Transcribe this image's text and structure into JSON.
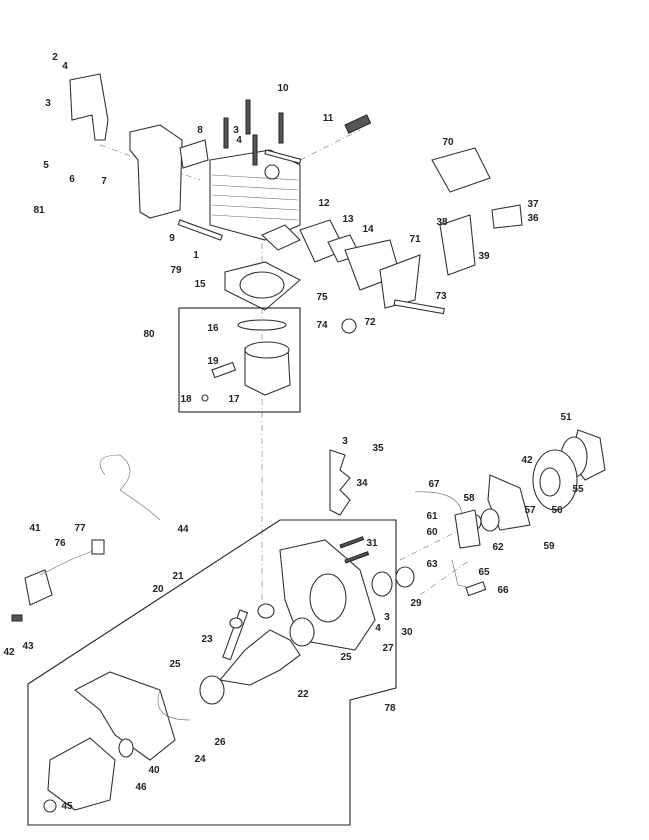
{
  "diagram": {
    "type": "exploded-parts-view",
    "callouts": [
      "2",
      "4",
      "3",
      "5",
      "6",
      "7",
      "81",
      "8",
      "10",
      "3",
      "4",
      "11",
      "70",
      "12",
      "13",
      "14",
      "71",
      "9",
      "1",
      "79",
      "15",
      "38",
      "37",
      "36",
      "39",
      "73",
      "75",
      "72",
      "74",
      "80",
      "16",
      "19",
      "18",
      "17",
      "3",
      "35",
      "34",
      "51",
      "55",
      "56",
      "57",
      "42",
      "67",
      "58",
      "61",
      "60",
      "62",
      "59",
      "63",
      "65",
      "66",
      "44",
      "41",
      "77",
      "76",
      "42",
      "43",
      "31",
      "29",
      "30",
      "3",
      "4",
      "27",
      "21",
      "20",
      "23",
      "25",
      "25",
      "22",
      "78",
      "26",
      "24",
      "40",
      "46",
      "45"
    ]
  }
}
